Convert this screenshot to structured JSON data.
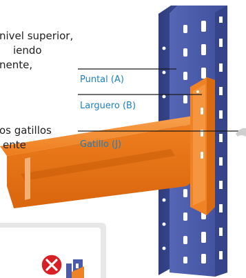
{
  "text_block_1": {
    "lines": [
      "nivel superior,",
      "iendo",
      "nente,"
    ]
  },
  "text_block_2": {
    "lines": [
      "os gatillos",
      "ente"
    ]
  },
  "callouts": {
    "puntal": "Puntal (A)",
    "larguero": "Larguero (B)",
    "gatillo": "Gatillo (J)"
  },
  "icons": {
    "error": "x-mark-icon"
  },
  "colors": {
    "upright": "#4a5aa8",
    "beam": "#f07d1f",
    "callout_text": "#1e7fc0",
    "error_red": "#d81f26"
  }
}
